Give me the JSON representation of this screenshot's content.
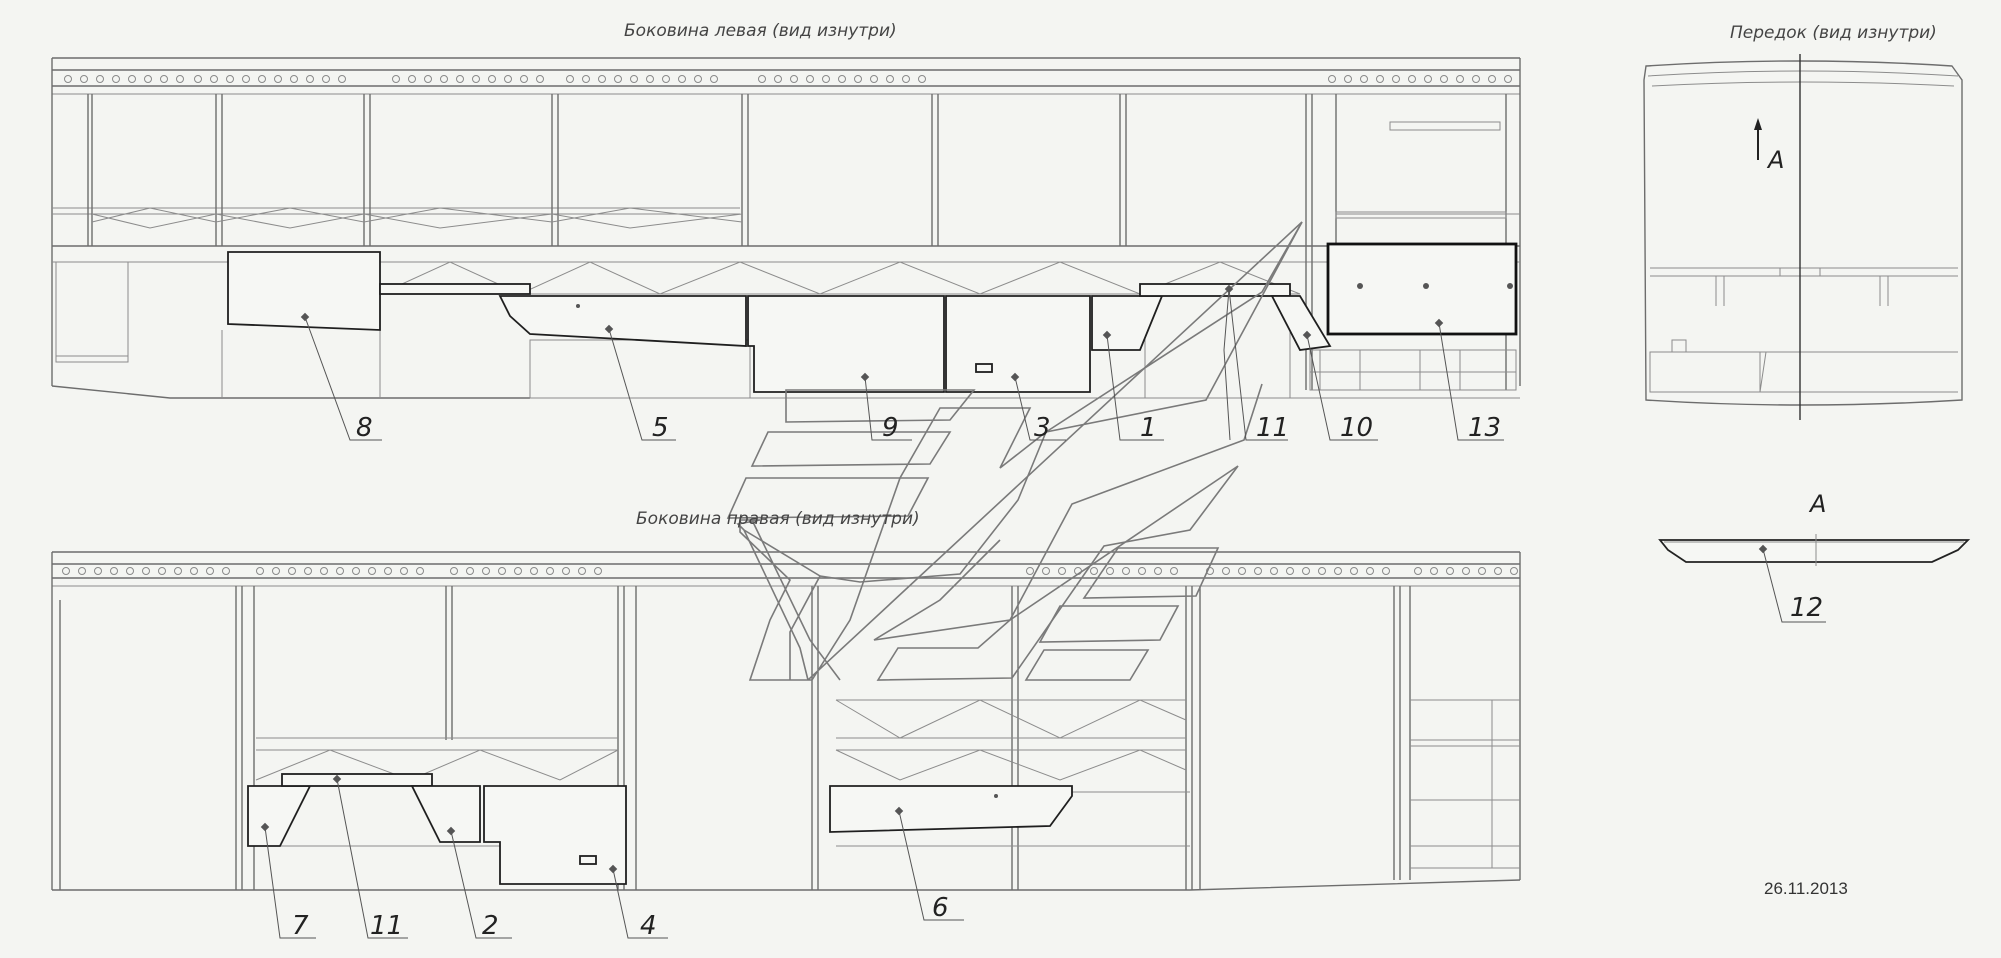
{
  "titles": {
    "left_side": "Боковина левая (вид изнутри)",
    "right_side": "Боковина правая (вид изнутри)",
    "front": "Передок (вид изнутри)"
  },
  "view_marker": {
    "arrow_label": "A",
    "section_label": "A"
  },
  "callouts": {
    "left": [
      "8",
      "5",
      "9",
      "3",
      "1",
      "11",
      "10",
      "13"
    ],
    "right": [
      "7",
      "11",
      "2",
      "4",
      "6"
    ],
    "section": [
      "12"
    ]
  },
  "date": "26.11.2013"
}
